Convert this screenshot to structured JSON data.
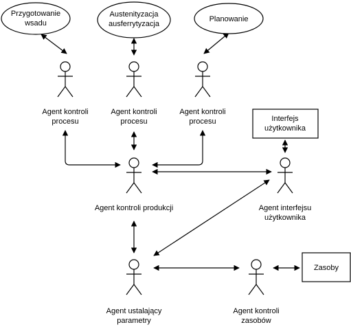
{
  "nodes": {
    "n_przygotowanie": [
      "Przygotowanie",
      "wsadu"
    ],
    "n_austenityzacja": [
      "Austenityzacja",
      "ausferrytyzacja"
    ],
    "n_planowanie": [
      "Planowanie"
    ],
    "n_interfejs": [
      "Interfejs",
      "użytkownika"
    ],
    "n_zasoby": [
      "Zasoby"
    ],
    "a_proc1": [
      "Agent kontroli",
      "procesu"
    ],
    "a_proc2": [
      "Agent kontroli",
      "procesu"
    ],
    "a_proc3": [
      "Agent kontroli",
      "procesu"
    ],
    "a_produkcji": [
      "Agent kontroli produkcji"
    ],
    "a_interfejsu": [
      "Agent interfejsu",
      "użytkownika"
    ],
    "a_parametry": [
      "Agent ustalający",
      "parametry"
    ],
    "a_zasobow": [
      "Agent kontroli",
      "zasobów"
    ]
  },
  "edges": [
    {
      "from": "n_przygotowanie",
      "to": "a_proc1",
      "type": "bidirectional"
    },
    {
      "from": "n_austenityzacja",
      "to": "a_proc2",
      "type": "bidirectional"
    },
    {
      "from": "n_planowanie",
      "to": "a_proc3",
      "type": "bidirectional"
    },
    {
      "from": "a_proc1",
      "to": "a_produkcji",
      "type": "bidirectional"
    },
    {
      "from": "a_proc2",
      "to": "a_produkcji",
      "type": "bidirectional"
    },
    {
      "from": "a_proc3",
      "to": "a_produkcji",
      "type": "bidirectional"
    },
    {
      "from": "a_produkcji",
      "to": "a_interfejsu",
      "type": "bidirectional"
    },
    {
      "from": "n_interfejs",
      "to": "a_interfejsu",
      "type": "bidirectional"
    },
    {
      "from": "a_produkcji",
      "to": "a_parametry",
      "type": "bidirectional"
    },
    {
      "from": "a_parametry",
      "to": "a_interfejsu",
      "type": "bidirectional"
    },
    {
      "from": "a_parametry",
      "to": "a_zasobow",
      "type": "bidirectional"
    },
    {
      "from": "a_zasobow",
      "to": "n_zasoby",
      "type": "bidirectional"
    }
  ]
}
